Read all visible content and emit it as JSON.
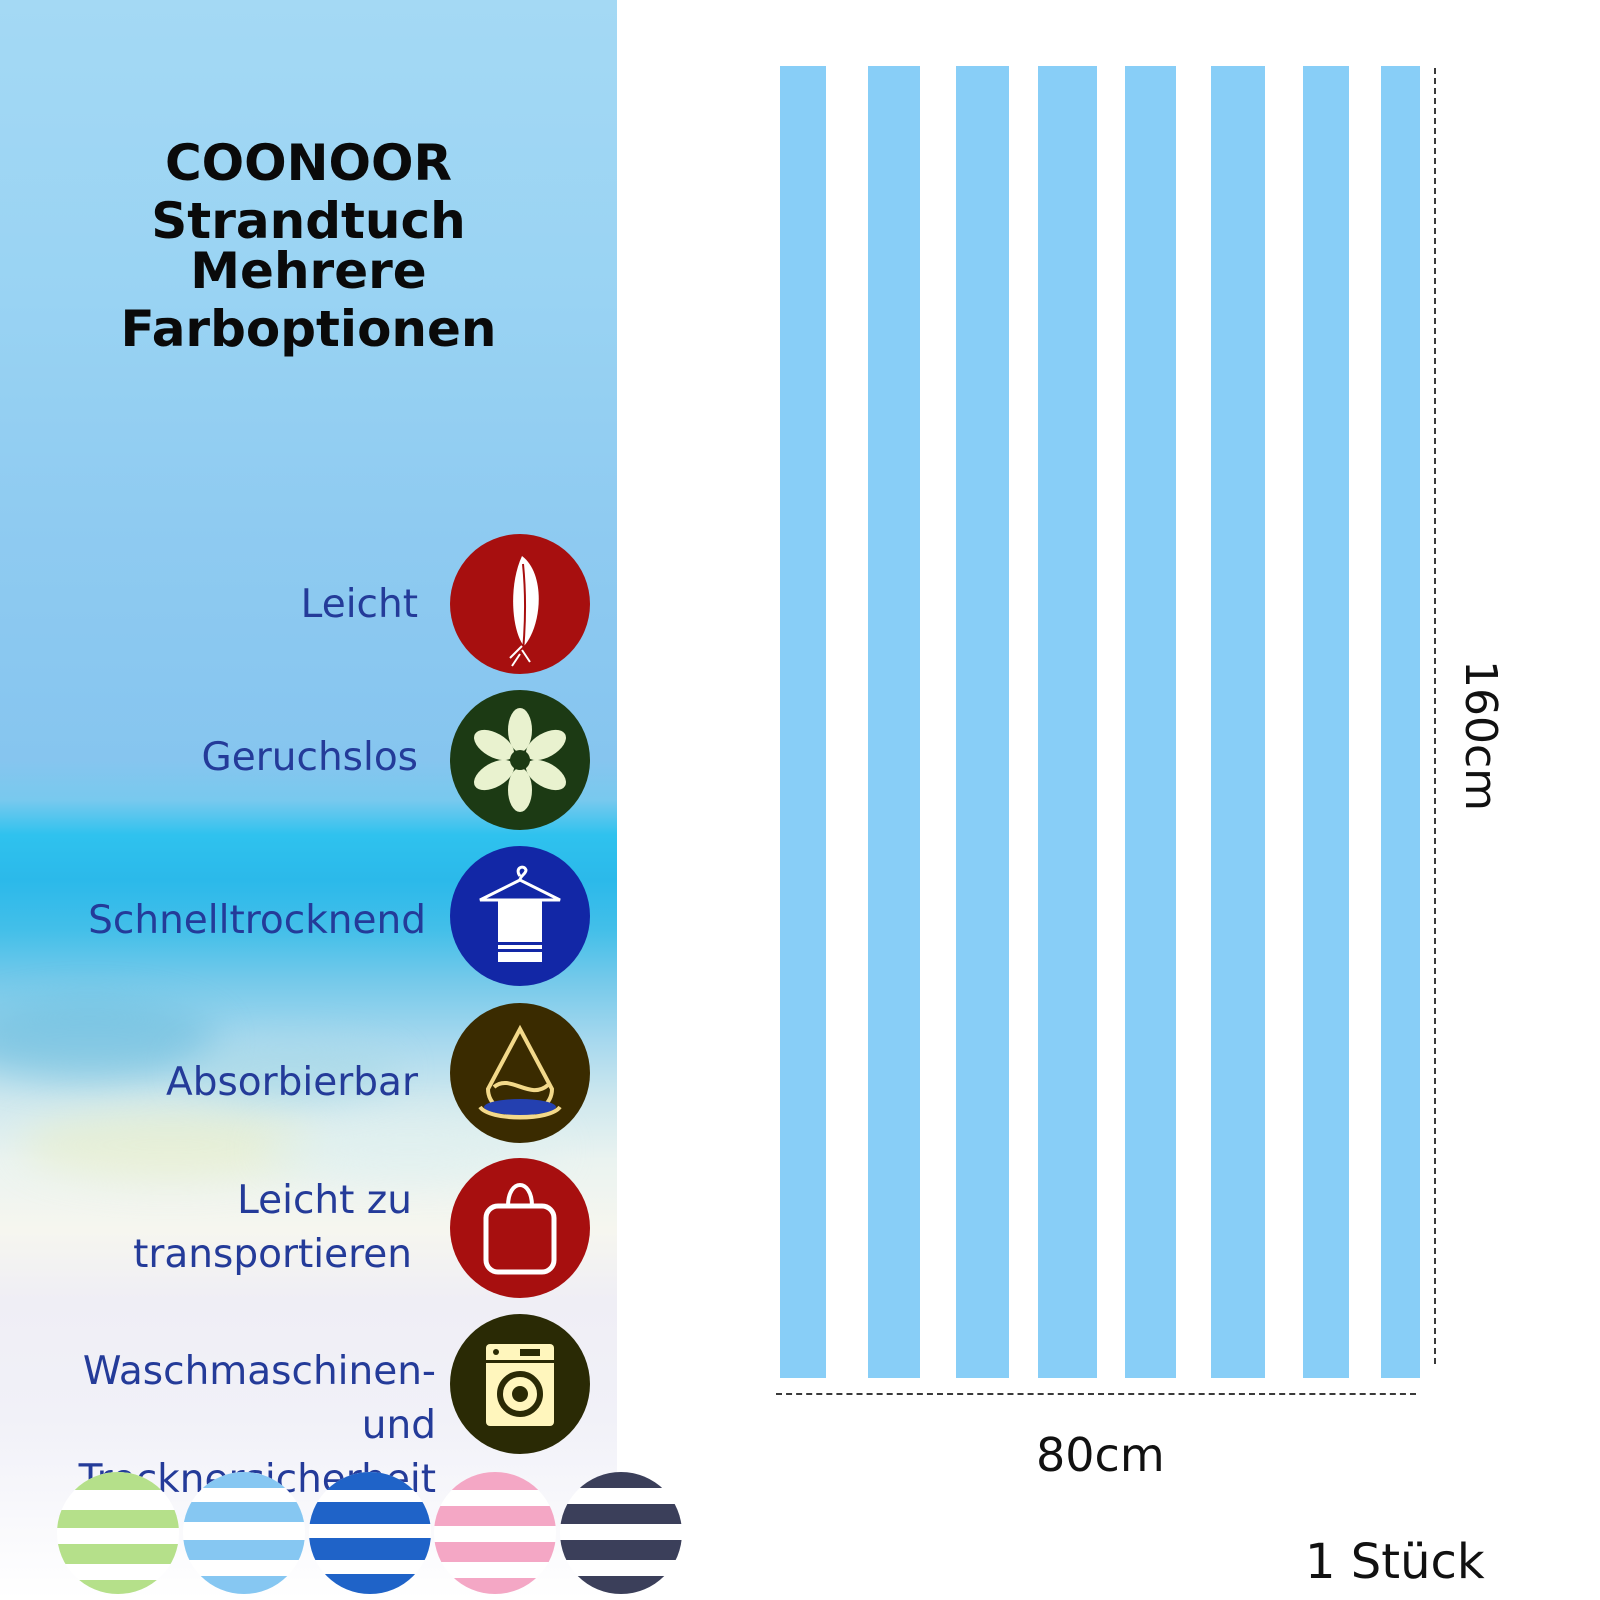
{
  "header": {
    "title": "COONOOR Strandtuch",
    "subtitle": "Mehrere Farboptionen"
  },
  "features": [
    {
      "label": "Leicht",
      "icon": "feather-icon",
      "color": "#a70f0f"
    },
    {
      "label": "Geruchslos",
      "icon": "flower-icon",
      "color": "#1c3a14"
    },
    {
      "label": "Schnelltrocknend",
      "icon": "towel-hanger-icon",
      "color": "#1227a6"
    },
    {
      "label": "Absorbierbar",
      "icon": "water-drop-icon",
      "color": "#3a2b00"
    },
    {
      "label_line1": "Leicht zu",
      "label_line2": "transportieren",
      "icon": "bag-icon",
      "color": "#a70f0f"
    },
    {
      "label_line1": "Waschmaschinen- und",
      "label_line2": "Trocknersicherheit",
      "icon": "washing-machine-icon",
      "color": "#2a2a05"
    }
  ],
  "product": {
    "height_label": "160cm",
    "width_label": "80cm",
    "count_label": "1 Stück",
    "stripe_color": "#88cef7"
  },
  "color_options": [
    {
      "name": "green-stripes",
      "color": "#b5e08a"
    },
    {
      "name": "light-blue-stripes",
      "color": "#86c7f2"
    },
    {
      "name": "blue-stripes",
      "color": "#1f63c8"
    },
    {
      "name": "pink-stripes",
      "color": "#f4a7c5"
    },
    {
      "name": "navy-stripes",
      "color": "#3b3f5a"
    }
  ]
}
